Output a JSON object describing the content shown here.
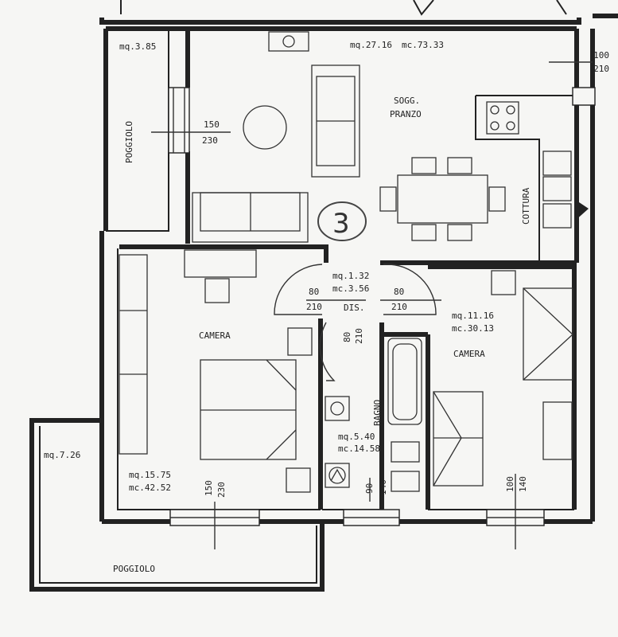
{
  "rooms": {
    "poggiolo_top": {
      "name": "POGGIOLO",
      "area": "mq.3.85"
    },
    "soggiorno": {
      "name_line1": "SOGG.",
      "name_line2": "PRANZO",
      "area": "mq.27.16",
      "volume": "mc.73.33"
    },
    "cottura": {
      "name": "COTTURA"
    },
    "camera_left": {
      "name": "CAMERA",
      "area": "mq.15.75",
      "volume": "mc.42.52"
    },
    "camera_right": {
      "name": "CAMERA",
      "area": "mq.11.16",
      "volume": "mc.30.13"
    },
    "disimpegno": {
      "name": "DIS.",
      "area": "mq.1.32",
      "volume": "mc.3.56"
    },
    "bagno": {
      "name": "BAGNO",
      "area": "mq.5.40",
      "volume": "mc.14.58"
    },
    "poggiolo_bottom": {
      "name": "POGGIOLO",
      "area": "mq.7.26"
    }
  },
  "openings": {
    "window_poggiolo": {
      "w": "150",
      "h": "230"
    },
    "door_entry": {
      "w": "100",
      "h": "210"
    },
    "door_camera_left": {
      "w": "80",
      "h": "210"
    },
    "door_camera_right": {
      "w": "80",
      "h": "210"
    },
    "door_bagno": {
      "w": "80",
      "h": "210"
    },
    "window_camera_left": {
      "w": "150",
      "h": "230"
    },
    "window_bagno": {
      "w": "90",
      "h": "140"
    },
    "window_camera_right": {
      "w": "100",
      "h": "140"
    }
  },
  "stamp": "3"
}
